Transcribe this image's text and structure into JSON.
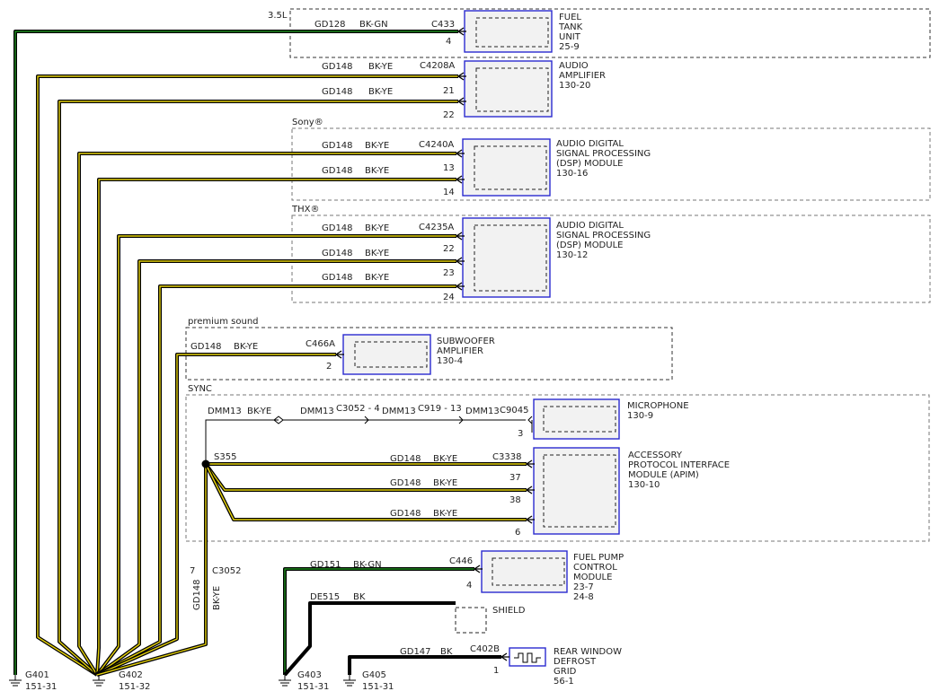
{
  "wires": {
    "fuel_tank": {
      "circuit": "GD128",
      "color": "BK-GN",
      "connector": "C433",
      "pin": "4"
    },
    "amp_21": {
      "circuit": "GD148",
      "color": "BK-YE",
      "connector": "C4208A",
      "pin": "21"
    },
    "amp_22": {
      "circuit": "GD148",
      "color": "BK-YE",
      "pin": "22"
    },
    "sony_13": {
      "circuit": "GD148",
      "color": "BK-YE",
      "connector": "C4240A",
      "pin": "13"
    },
    "sony_14": {
      "circuit": "GD148",
      "color": "BK-YE",
      "pin": "14"
    },
    "thx_22": {
      "circuit": "GD148",
      "color": "BK-YE",
      "connector": "C4235A",
      "pin": "22"
    },
    "thx_23": {
      "circuit": "GD148",
      "color": "BK-YE",
      "pin": "23"
    },
    "thx_24": {
      "circuit": "GD148",
      "color": "BK-YE",
      "pin": "24"
    },
    "sub_2": {
      "circuit": "GD148",
      "color": "BK-YE",
      "connector": "C466A",
      "pin": "2"
    },
    "mic": {
      "circuit1": "DMM13",
      "color": "BK-YE",
      "circuit2": "DMM13",
      "inline1": "C3052 - 4",
      "circuit3": "DMM13",
      "inline2": "C919 - 13",
      "circuit4": "DMM13",
      "connector": "C9045",
      "pin": "3"
    },
    "apim_37": {
      "circuit": "GD148",
      "color": "BK-YE",
      "connector": "C3338",
      "pin": "37"
    },
    "apim_38": {
      "circuit": "GD148",
      "color": "BK-YE",
      "pin": "38"
    },
    "apim_6": {
      "circuit": "GD148",
      "color": "BK-YE",
      "pin": "6"
    },
    "splice": "S355",
    "c3052": {
      "pin": "7",
      "connector": "C3052",
      "circuit": "GD148",
      "color": "BK-YE"
    },
    "fpcm": {
      "circuit": "GD151",
      "color": "BK-GN",
      "connector": "C446",
      "pin": "4"
    },
    "shield": {
      "circuit": "DE515",
      "color": "BK",
      "label": "SHIELD"
    },
    "defrost": {
      "circuit": "GD147",
      "color": "BK",
      "connector": "C402B",
      "pin": "1"
    }
  },
  "groups": {
    "g35": "3.5L",
    "sony": "Sony®",
    "thx": "THX®",
    "premium": "premium sound",
    "sync": "SYNC"
  },
  "components": {
    "fuel_tank": [
      "FUEL",
      "TANK",
      "UNIT",
      "25-9"
    ],
    "audio_amp": [
      "AUDIO",
      "AMPLIFIER",
      "130-20"
    ],
    "dsp_sony": [
      "AUDIO DIGITAL",
      "SIGNAL PROCESSING",
      "(DSP) MODULE",
      "130-16"
    ],
    "dsp_thx": [
      "AUDIO DIGITAL",
      "SIGNAL PROCESSING",
      "(DSP) MODULE",
      "130-12"
    ],
    "subwoofer": [
      "SUBWOOFER",
      "AMPLIFIER",
      "130-4"
    ],
    "microphone": [
      "MICROPHONE",
      "130-9"
    ],
    "apim": [
      "ACCESSORY",
      "PROTOCOL INTERFACE",
      "MODULE (APIM)",
      "130-10"
    ],
    "fpcm": [
      "FUEL PUMP",
      "CONTROL",
      "MODULE",
      "23-7",
      "24-8"
    ],
    "defrost": [
      "REAR WINDOW",
      "DEFROST",
      "GRID",
      "56-1"
    ]
  },
  "grounds": {
    "g401": [
      "G401",
      "151-31"
    ],
    "g402": [
      "G402",
      "151-32"
    ],
    "g403": [
      "G403",
      "151-31"
    ],
    "g405": [
      "G405",
      "151-31"
    ]
  },
  "colors": {
    "black": "#000000",
    "yellow": "#e6d20a",
    "green": "#1d8a1d",
    "module_border": "#2a2ad0"
  }
}
